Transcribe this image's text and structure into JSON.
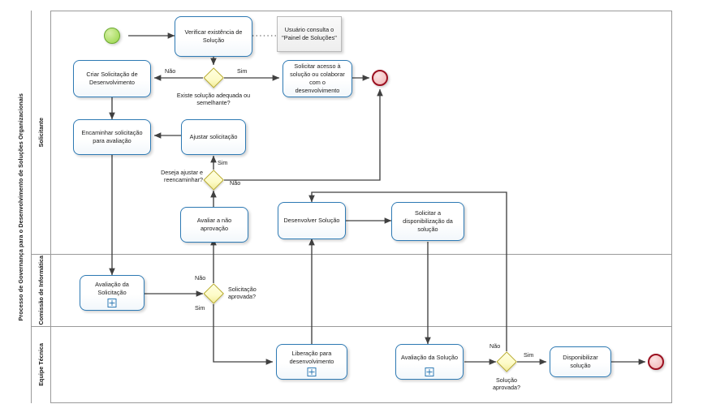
{
  "pool": {
    "label": "Processo de Governança para o Desenvolvimento de Soluções Organizacionais"
  },
  "lanes": [
    {
      "id": "solicitante",
      "label": "Solicitante"
    },
    {
      "id": "comissao",
      "label": "Comissão de Informática"
    },
    {
      "id": "equipe",
      "label": "Equipe Técnica"
    }
  ],
  "events": [
    {
      "id": "start",
      "type": "start",
      "label": ""
    },
    {
      "id": "end-top",
      "type": "end",
      "label": ""
    },
    {
      "id": "end-bottom",
      "type": "end",
      "label": ""
    }
  ],
  "tasks": [
    {
      "id": "verificar",
      "label": "Verificar existência de Solução",
      "subprocess": false
    },
    {
      "id": "criar",
      "label": "Criar Solicitação de Desenvolvimento",
      "subprocess": false
    },
    {
      "id": "solicitar-acesso",
      "label": "Solicitar acesso à solução ou colaborar com o desenvolvimento",
      "subprocess": false
    },
    {
      "id": "encaminhar",
      "label": "Encaminhar solicitação para avaliação",
      "subprocess": false
    },
    {
      "id": "ajustar",
      "label": "Ajustar solicitação",
      "subprocess": false
    },
    {
      "id": "avaliar-nao",
      "label": "Avaliar a não aprovação",
      "subprocess": false
    },
    {
      "id": "desenvolver",
      "label": "Desenvolver Solução",
      "subprocess": false
    },
    {
      "id": "disponibilizacao",
      "label": "Solicitar a disponibilização da solução",
      "subprocess": false
    },
    {
      "id": "avaliacao-solic",
      "label": "Avaliação da Solicitação",
      "subprocess": true
    },
    {
      "id": "liberacao",
      "label": "Liberação para desenvolvimento",
      "subprocess": true
    },
    {
      "id": "avaliacao-sol",
      "label": "Avaliação da Solução",
      "subprocess": true
    },
    {
      "id": "disponibilizar",
      "label": "Disponibilizar solução",
      "subprocess": false
    }
  ],
  "gateways": [
    {
      "id": "gw-existe",
      "label": "Existe solução adequada ou semelhante?"
    },
    {
      "id": "gw-ajustar",
      "label": "Deseja ajustar e reencaminhar?"
    },
    {
      "id": "gw-aprovada",
      "label": "Solicitação aprovada?"
    },
    {
      "id": "gw-sol-aprov",
      "label": "Solução aprovada?"
    }
  ],
  "annotations": [
    {
      "id": "painel",
      "text": "Usuário consulta o \"Painel de Soluções\""
    }
  ],
  "flow_labels": {
    "existe_nao": "Não",
    "existe_sim": "Sim",
    "ajustar_sim": "Sim",
    "ajustar_nao": "Não",
    "aprovada_nao": "Não",
    "aprovada_sim": "Sim",
    "sol_aprov_nao": "Não",
    "sol_aprov_sim": "Sim"
  },
  "colors": {
    "task_border": "#2e7ab4",
    "gateway_border": "#b8ab2c",
    "gateway_fill": "#ffffe0",
    "start_border": "#6aa82e",
    "end_border": "#9b1020",
    "flow": "#404040",
    "lane_border": "#9a9a9a"
  }
}
